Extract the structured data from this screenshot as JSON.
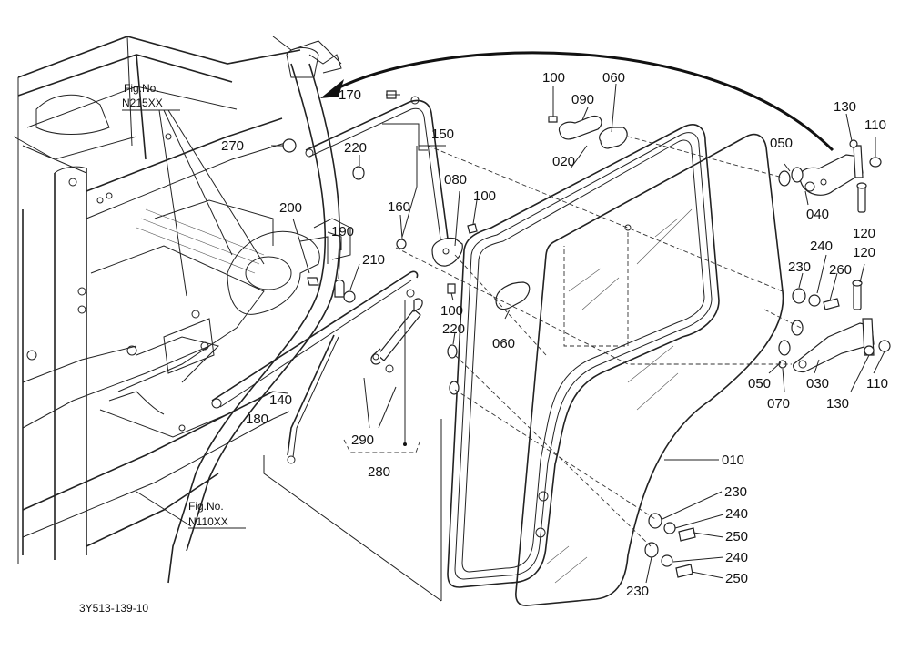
{
  "figure_refs": {
    "top": {
      "line1": "Fig.No.",
      "line2": "N215XX"
    },
    "bottom": {
      "line1": "Fig.No.",
      "line2": "N110XX"
    }
  },
  "footer_code": "3Y513-139-10",
  "part_labels": {
    "p100a": "100",
    "p090": "090",
    "p060a": "060",
    "p130a": "130",
    "p110a": "110",
    "p170": "170",
    "p150": "150",
    "p270": "270",
    "p220a": "220",
    "p020": "020",
    "p050a": "050",
    "p040": "040",
    "p080": "080",
    "p100b": "100",
    "p160": "160",
    "p200": "200",
    "p190": "190",
    "p210": "210",
    "p120a": "120",
    "p240a": "240",
    "p120b": "120",
    "p230a": "230",
    "p260": "260",
    "p100c": "100",
    "p060b": "060",
    "p220b": "220",
    "p050b": "050",
    "p030": "030",
    "p110b": "110",
    "p070": "070",
    "p130b": "130",
    "p140": "140",
    "p180": "180",
    "p290": "290",
    "p280": "280",
    "p010": "010",
    "p230b": "230",
    "p240b": "240",
    "p250a": "250",
    "p240c": "240",
    "p230c": "230",
    "p250b": "250"
  }
}
